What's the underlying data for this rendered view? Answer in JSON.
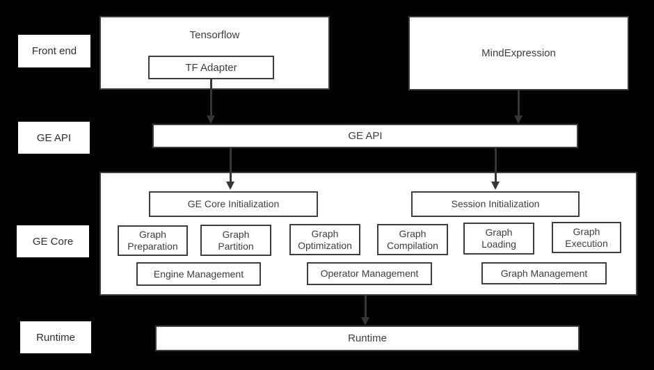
{
  "colors": {
    "background": "#000000",
    "box_fill": "#ffffff",
    "border": "#3d3d3d",
    "text": "#3d3d3d",
    "arrow": "#363636"
  },
  "row_labels": {
    "front_end": "Front end",
    "ge_api": "GE API",
    "ge_core": "GE Core",
    "runtime": "Runtime"
  },
  "front_end": {
    "tensorflow": "Tensorflow",
    "tf_adapter": "TF Adapter",
    "mind_expression": "MindExpression"
  },
  "ge_api": {
    "label": "GE API"
  },
  "ge_core": {
    "ge_core_initialization": "GE Core Initialization",
    "session_initialization": "Session Initialization",
    "modules": [
      "Graph\nPreparation",
      "Graph\nPartition",
      "Graph\nOptimization",
      "Graph\nCompilation",
      "Graph\nLoading",
      "Graph\nExecution"
    ],
    "management": [
      "Engine Management",
      "Operator Management",
      "Graph Management"
    ]
  },
  "runtime": {
    "label": "Runtime"
  }
}
